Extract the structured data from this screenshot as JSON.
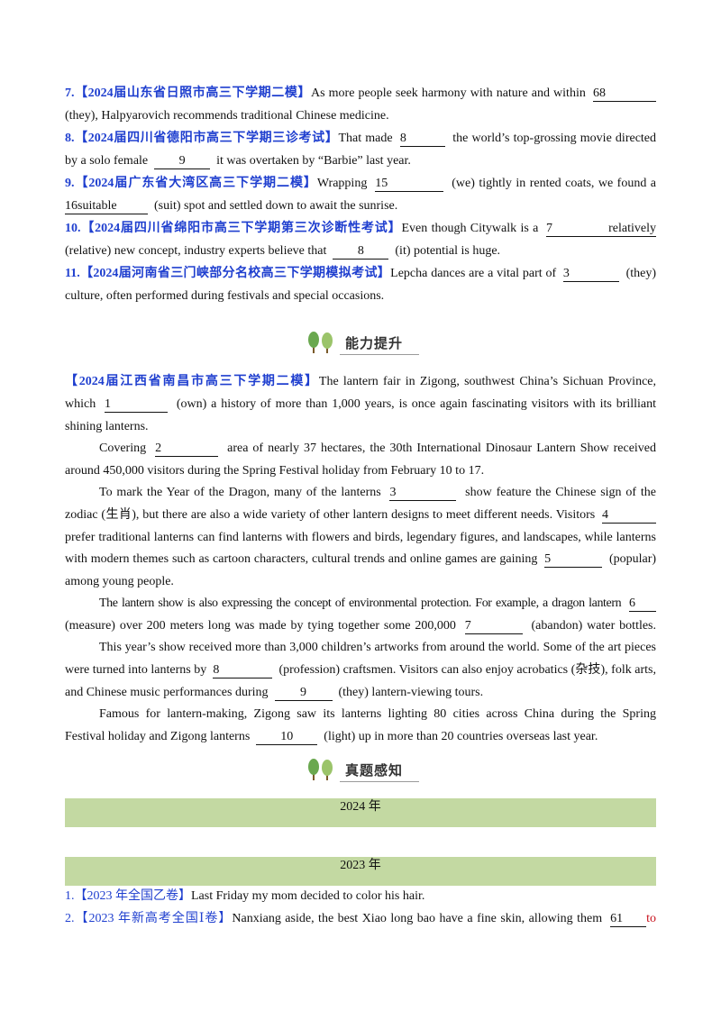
{
  "q7": {
    "num": "7.",
    "src": "【2024届山东省日照市高三下学期二模】",
    "t1": "As more people seek harmony with nature and within",
    "b1": "68",
    "t2": "(they), Halpyarovich recommends traditional Chinese medicine."
  },
  "q8": {
    "num": "8.",
    "src": "【2024届四川省德阳市高三下学期三诊考试】",
    "t1": "That made",
    "b1": "8",
    "t2": "the world’s top-grossing movie directed",
    "t3": "by a solo female",
    "b2": "9",
    "t4": "it was overtaken by “Barbie” last year."
  },
  "q9": {
    "num": "9.",
    "src": "【2024届广东省大湾区高三下学期二模】",
    "t1": "Wrapping",
    "b1": "15",
    "t2": "(we) tightly in rented coats, we found a",
    "b2": "16suitable",
    "t3": "(suit) spot and settled down to await the sunrise."
  },
  "q10": {
    "num": "10.",
    "src": "【2024届四川省绵阳市高三下学期第三次诊断性考试】",
    "t1": "Even though Citywalk is a",
    "b1": "7 relatively",
    "t2": "(relative) new concept, industry experts believe that",
    "b2": "8",
    "t3": "(it) potential is huge."
  },
  "q11": {
    "num": "11.",
    "src": "【2024届河南省三门峡部分名校高三下学期模拟考试】",
    "t1": "Lepcha dances are a vital part of",
    "b1": "3",
    "t2": "(they)",
    "t3": "culture, often performed during festivals and special occasions."
  },
  "section1": {
    "title": "能力提升"
  },
  "passage": {
    "src": "【2024届江西省南昌市高三下学期二模】",
    "l1": "The lantern fair in Zigong, southwest China’s Sichuan Province,",
    "l2a": "which",
    "b1": "1",
    "l2b": "(own) a history of more than 1,000 years, is once again fascinating visitors with its brilliant",
    "l3": "shining lanterns.",
    "l4a": "Covering",
    "b2": "2",
    "l4b": "area of nearly 37 hectares, the 30th International Dinosaur Lantern Show received",
    "l5": "around 450,000 visitors during the Spring Festival holiday from February 10 to 17.",
    "l6a": "To mark the Year of the Dragon, many of the lanterns",
    "b3": "3",
    "l6b": "show feature the Chinese sign of the",
    "l7a": "zodiac (生肖), but there are also a wide variety of other lantern designs to meet different needs. Visitors",
    "b4": "4",
    "l8": "prefer traditional lanterns can find lanterns with flowers and birds, legendary figures, and landscapes, while lanterns",
    "l9a": "with modern themes such as cartoon characters, cultural trends and online games are gaining",
    "b5": "5",
    "l9b": "(popular)",
    "l10": "among young people.",
    "l11a": "The lantern show is also expressing the concept of environmental protection. For example, a dragon lantern",
    "b6": "6",
    "l12a": "(measure) over 200 meters long was made by tying together some 200,000",
    "b7": "7",
    "l12b": "(abandon) water bottles.",
    "l13": "This year’s show received more than 3,000 children’s artworks from around the world. Some of the art pieces",
    "l14a": "were turned into lanterns by",
    "b8": "8",
    "l14b": "(profession) craftsmen. Visitors can also enjoy acrobatics (杂技), folk arts,",
    "l15a": "and Chinese music performances during",
    "b9": "9",
    "l15b": "(they) lantern-viewing tours.",
    "l16": "Famous for lantern-making, Zigong saw its lanterns lighting 80 cities across China during the Spring",
    "l17a": "Festival holiday and Zigong lanterns",
    "b10": "10",
    "l17b": "(light) up in more than 20 countries overseas last year."
  },
  "section2": {
    "title": "真题感知"
  },
  "year2024": "2024 年",
  "year2023": "2023 年",
  "r1": {
    "num": "1.",
    "src": "【2023 年全国乙卷】",
    "text": "Last Friday my mom decided to color his hair."
  },
  "r2": {
    "num": "2.",
    "src": "【2023 年新高考全国Ⅰ卷】",
    "text": "Nanxiang aside, the best Xiao long bao have a fine skin, allowing them",
    "b1": "61",
    "red": "to"
  },
  "colors": {
    "source_blue": "#1f3fcf",
    "band_green": "#c3d9a2",
    "leaf_green": "#6aa84f",
    "answer_red": "#c8101b"
  },
  "icons": [
    "leaf-icon"
  ]
}
